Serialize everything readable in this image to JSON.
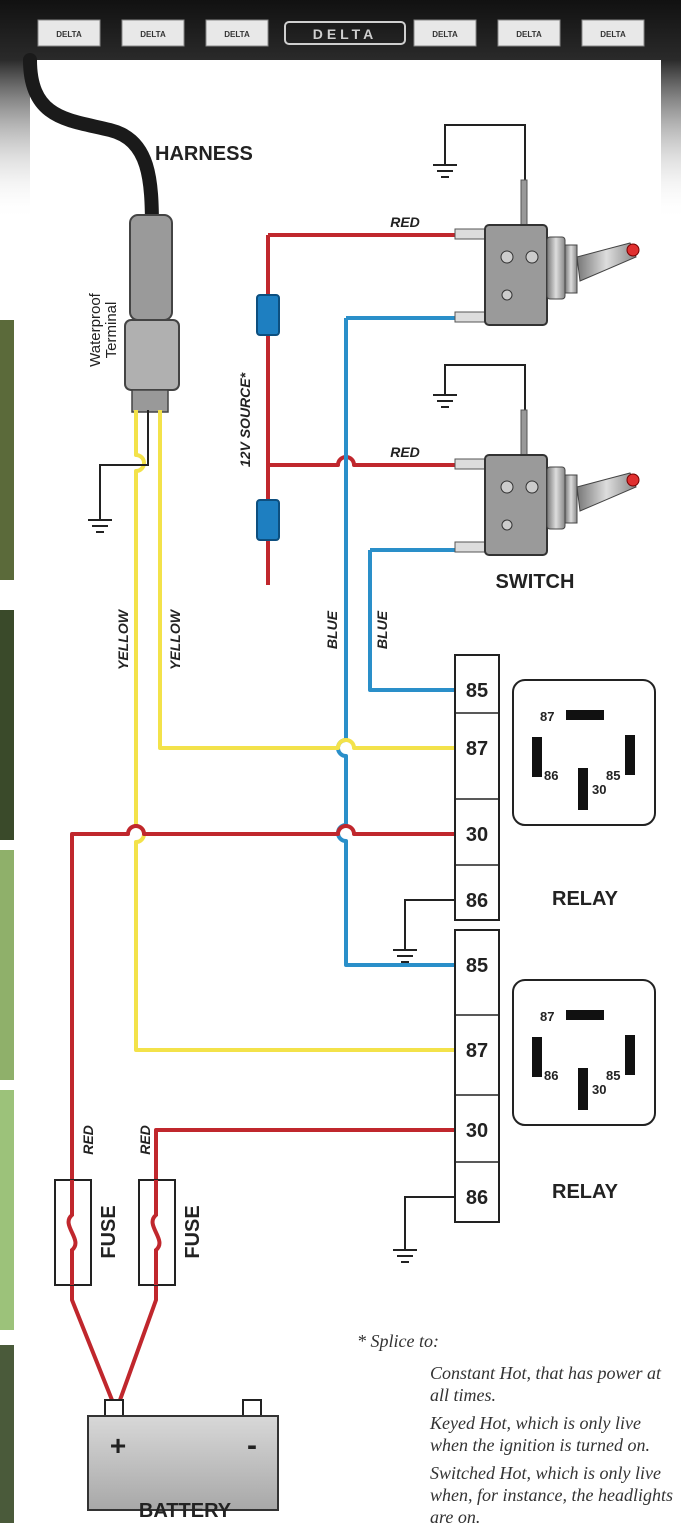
{
  "brand": {
    "logo_text": "DELTA",
    "badge_text": "DELTA"
  },
  "labels": {
    "harness": "HARNESS",
    "waterproof_terminal": [
      "Waterproof",
      "Terminal"
    ],
    "source": "12V SOURCE*",
    "switch": "SWITCH",
    "relay": "RELAY",
    "fuse": "FUSE",
    "battery": "BATTERY",
    "battery_plus": "+",
    "battery_minus": "-"
  },
  "wires": {
    "red": "RED",
    "blue": "BLUE",
    "yellow": "YELLOW"
  },
  "relay_pins": [
    "85",
    "87",
    "30",
    "86"
  ],
  "relay_diagram_pins": {
    "p87": "87",
    "p86": "86",
    "p85": "85",
    "p30": "30"
  },
  "footnote": {
    "heading": "* Splice to:",
    "items": [
      "Constant Hot, that has power at all times.",
      "Keyed Hot, which is only live when the ignition is turned on.",
      "Switched Hot, which is only live when, for instance, the headlights are on."
    ]
  },
  "colors": {
    "red_wire": "#c0272d",
    "blue_wire": "#2a8fc9",
    "yellow_wire": "#f3e24a",
    "connector_blue": "#1e7fc1",
    "box_stroke": "#222222"
  }
}
